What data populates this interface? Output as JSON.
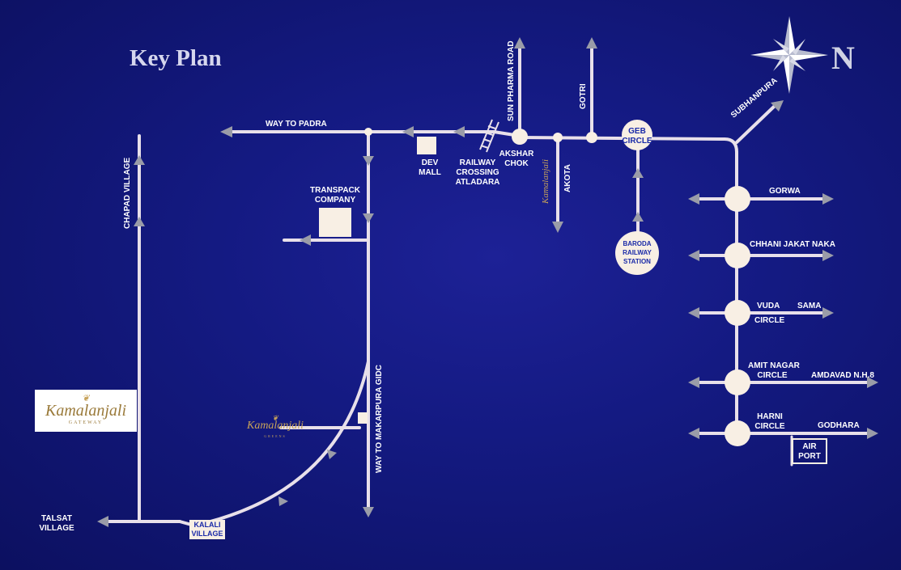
{
  "title": "Key Plan",
  "north_label": "N",
  "colors": {
    "background": "#141a82",
    "road": "#e8e0ea",
    "circle": "#f8efe4",
    "arrow": "#9a9ca8",
    "logo_gold": "#9a7a3a"
  },
  "roads": {
    "way_to_padra": "WAY TO PADRA",
    "sun_pharma_road": "SUN PHARMA ROAD",
    "gotri": "GOTRI",
    "subhanpura": "SUBHANPURA",
    "chapad_village": "CHAPAD VILLAGE",
    "way_to_makarpura": "WAY TO MAKARPURA GIDC",
    "akota": "AKOTA"
  },
  "places": {
    "dev_mall": [
      "DEV",
      "MALL"
    ],
    "railway_crossing": [
      "RAILWAY",
      "CROSSING",
      "ATLADARA"
    ],
    "akshar_chok": [
      "AKSHAR",
      "CHOK"
    ],
    "transpack": [
      "TRANSPACK",
      "COMPANY"
    ],
    "geb_circle": [
      "GEB",
      "CIRCLE"
    ],
    "baroda_station": [
      "BARODA",
      "RAILWAY",
      "STATION"
    ],
    "gorwa": "GORWA",
    "chhani": "CHHANI JAKAT NAKA",
    "vuda": "VUDA",
    "sama": "SAMA",
    "circle": "CIRCLE",
    "amit_nagar": [
      "AMIT NAGAR",
      "CIRCLE"
    ],
    "amdavad": "AMDAVAD N.H.8",
    "harni": [
      "HARNI",
      "CIRCLE"
    ],
    "godhara": "GODHARA",
    "air_port": [
      "AIR",
      "PORT"
    ],
    "talsat": [
      "TALSAT",
      "VILLAGE"
    ],
    "kalali": [
      "KALALI",
      "VILLAGE"
    ]
  },
  "logos": {
    "gateway": {
      "name": "Kamalanjali",
      "sub": "GATEWAY"
    },
    "greens": {
      "name": "Kamalanjali",
      "sub": "GREENS"
    },
    "akota_logo": {
      "name": "Kamalanjali"
    }
  }
}
